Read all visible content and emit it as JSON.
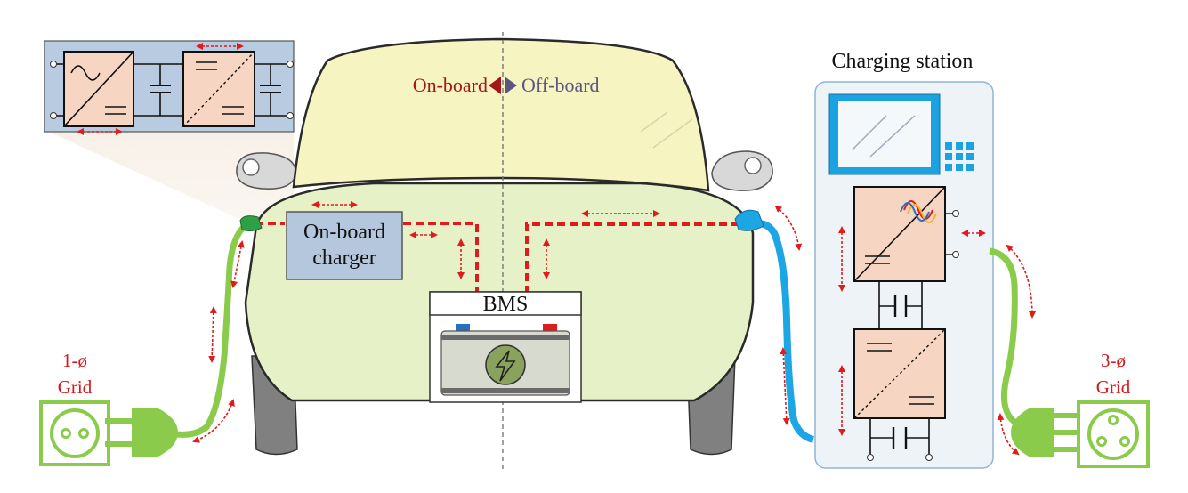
{
  "labels": {
    "station_title": "Charging station",
    "on_board": "On-board",
    "off_board": "Off-board",
    "charger_line1": "On-board",
    "charger_line2": "charger",
    "bms": "BMS",
    "grid_1ph_top": "1-ø",
    "grid_1ph_bottom": "Grid",
    "grid_3ph_top": "3-ø",
    "grid_3ph_bottom": "Grid"
  },
  "colors": {
    "car_body": "#e6f1c8",
    "windshield": "#f6f4c0",
    "car_outline": "#2a2a2a",
    "tire": "#808080",
    "dashed_link": "#e01b1b",
    "arrow": "#e01b1b",
    "charger_box": "#b4c7dc",
    "converter_box": "#f6d6c3",
    "detail_panel": "#b8cbe0",
    "station_panel": "#eef3f7",
    "station_border": "#8fb5d6",
    "screen_frame": "#1aa3e0",
    "grid_green": "#8acb4c",
    "cable_blue": "#1da6e4",
    "bms_box": "#ffffff",
    "battery_body": "#d7dbcf",
    "battery_icon": "#8aa35c"
  }
}
